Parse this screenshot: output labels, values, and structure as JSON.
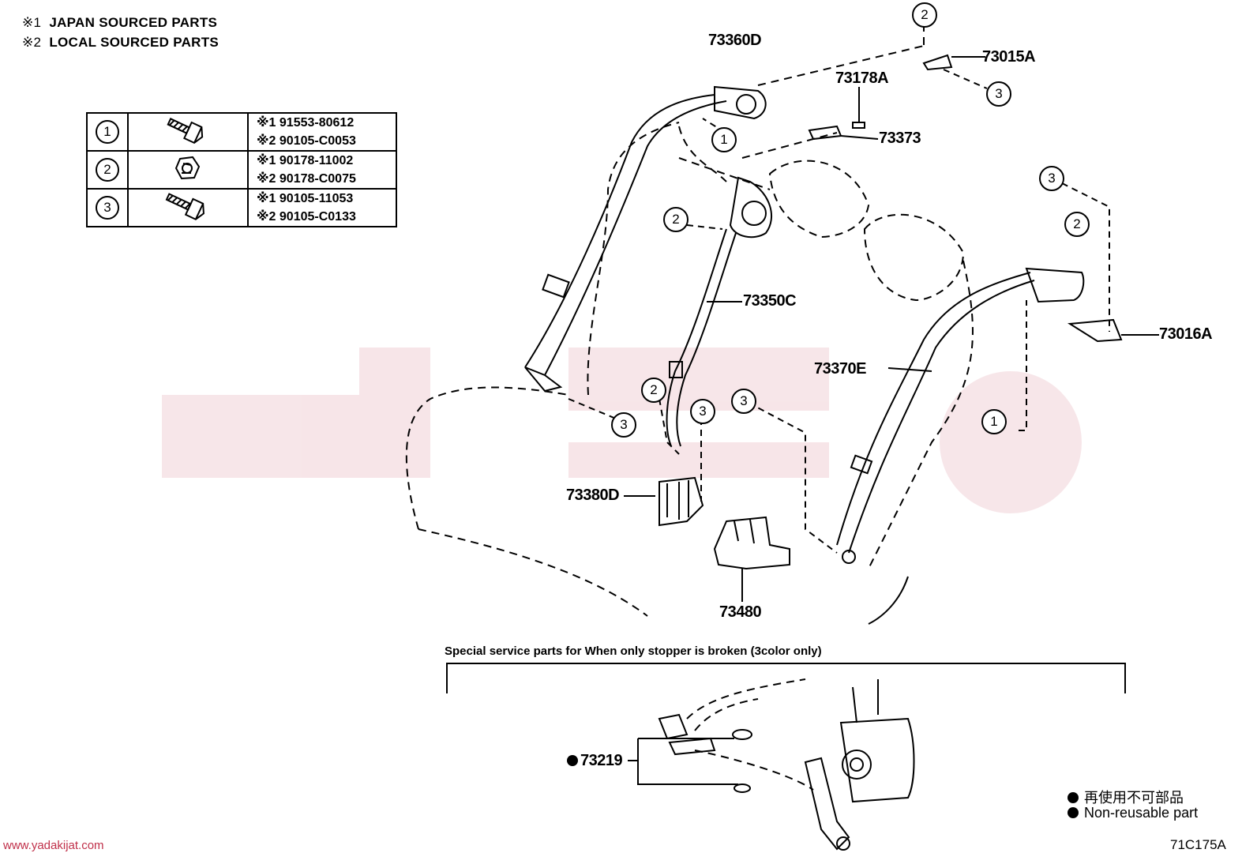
{
  "notes": [
    {
      "mark": "※1",
      "text": "JAPAN SOURCED PARTS"
    },
    {
      "mark": "※2",
      "text": "LOCAL SOURCED PARTS"
    }
  ],
  "fastener_table": [
    {
      "key": "1",
      "icon": "bolt-icon",
      "parts": [
        "※1 91553-80612",
        "※2 90105-C0053"
      ]
    },
    {
      "key": "2",
      "icon": "nut-icon",
      "parts": [
        "※1 90178-11002",
        "※2 90178-C0075"
      ]
    },
    {
      "key": "3",
      "icon": "bolt-icon",
      "parts": [
        "※1 90105-11053",
        "※2 90105-C0133"
      ]
    }
  ],
  "part_numbers": {
    "p73360D": "73360D",
    "p73015A": "73015A",
    "p73178A": "73178A",
    "p73373": "73373",
    "p73350C": "73350C",
    "p73016A": "73016A",
    "p73370E": "73370E",
    "p73380D": "73380D",
    "p73480": "73480",
    "p73219": "73219"
  },
  "callouts": {
    "c1": "2",
    "c2": "3",
    "c3": "1",
    "c4": "2",
    "c5": "3",
    "c6": "2",
    "c7": "2",
    "c8": "3",
    "c9": "3",
    "c10": "3",
    "c11": "1"
  },
  "special_caption": "Special service parts for When only stopper is broken (3color only)",
  "footnotes": {
    "jp": "再使用不可部品",
    "en": "Non-reusable part"
  },
  "watermark_url": "www.yadakijat.com",
  "diagram_code": "71C175A",
  "colors": {
    "watermark": "#c0304a",
    "line": "#000000"
  }
}
